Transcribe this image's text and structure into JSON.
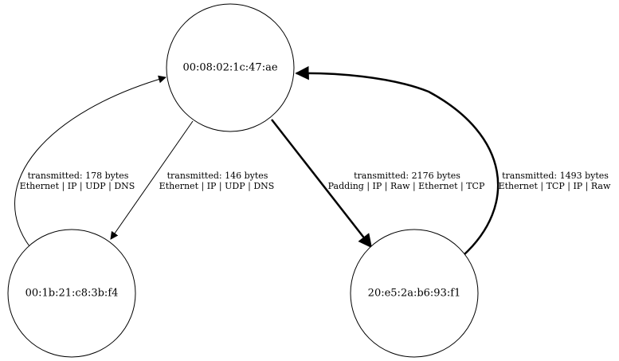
{
  "nodes": [
    {
      "id": "n0",
      "label": "00:08:02:1c:47:ae"
    },
    {
      "id": "n1",
      "label": "00:1b:21:c8:3b:f4"
    },
    {
      "id": "n2",
      "label": "20:e5:2a:b6:93:f1"
    }
  ],
  "edges": [
    {
      "from": "n1",
      "to": "n0",
      "line1": "transmitted: 178 bytes",
      "line2": "Ethernet | IP | UDP | DNS"
    },
    {
      "from": "n0",
      "to": "n1",
      "line1": "transmitted: 146 bytes",
      "line2": "Ethernet | IP | UDP | DNS"
    },
    {
      "from": "n0",
      "to": "n2",
      "line1": "transmitted: 2176 bytes",
      "line2": "Padding | IP | Raw | Ethernet | TCP"
    },
    {
      "from": "n2",
      "to": "n0",
      "line1": "transmitted: 1493 bytes",
      "line2": "Ethernet | TCP | IP | Raw"
    }
  ]
}
